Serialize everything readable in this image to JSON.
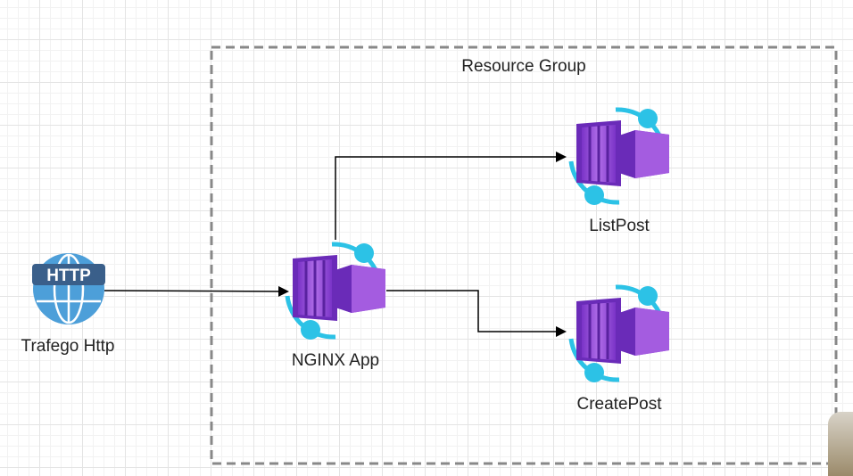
{
  "colors": {
    "container_purple_light": "#a45ce0",
    "container_purple_dark": "#6a2bb8",
    "ring_cyan": "#2cc2e6",
    "globe_blue": "#4d9fd9",
    "globe_dark": "#3a5f8a",
    "group_border": "#888888"
  },
  "group": {
    "label": "Resource Group"
  },
  "nodes": {
    "http": {
      "label": "Trafego Http",
      "badge": "HTTP",
      "icon": "globe-http-icon"
    },
    "nginx": {
      "label": "NGINX App",
      "icon": "container-app-icon"
    },
    "listpost": {
      "label": "ListPost",
      "icon": "container-app-icon"
    },
    "createpost": {
      "label": "CreatePost",
      "icon": "container-app-icon"
    }
  },
  "edges": [
    {
      "from": "Trafego Http",
      "to": "NGINX App"
    },
    {
      "from": "NGINX App",
      "to": "ListPost"
    },
    {
      "from": "NGINX App",
      "to": "CreatePost"
    }
  ]
}
